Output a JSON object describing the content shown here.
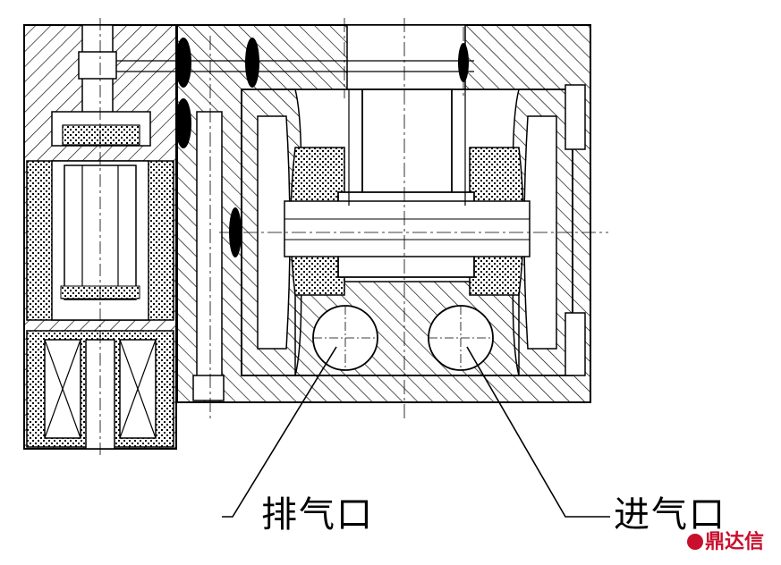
{
  "labels": {
    "exhaust_port": "排气口",
    "intake_port": "进气口"
  },
  "watermark": {
    "text": "鼎达信",
    "color": "#c8102e"
  },
  "colors": {
    "line": "#000000",
    "background": "#ffffff"
  }
}
